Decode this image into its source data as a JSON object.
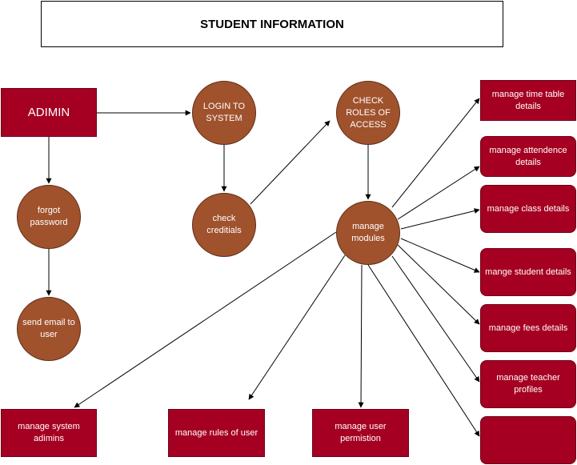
{
  "title": "STUDENT INFORMATION",
  "nodes": {
    "admin": "ADIMIN",
    "login": "LOGIN TO SYSTEM",
    "check_roles": "CHECK ROLES OF ACCESS",
    "forgot_password": "forgot password",
    "check_credentials": "check creditials",
    "manage_modules": "manage modules",
    "send_email": "send email to user",
    "timetable": "manage time table details",
    "attendance": "manage attendence details",
    "class_details": "manage class details",
    "student_details": "mange student details",
    "fees_details": "manage fees details",
    "teacher_profiles": "manage teacher profiles",
    "empty_box": "",
    "system_admins": "manage system adimins",
    "rules_of_user": "manage rules of user",
    "user_permission": "manage user permistion"
  },
  "colors": {
    "rect_fill": "#a50021",
    "circle_fill": "#a0522d",
    "arrow": "#000000"
  }
}
